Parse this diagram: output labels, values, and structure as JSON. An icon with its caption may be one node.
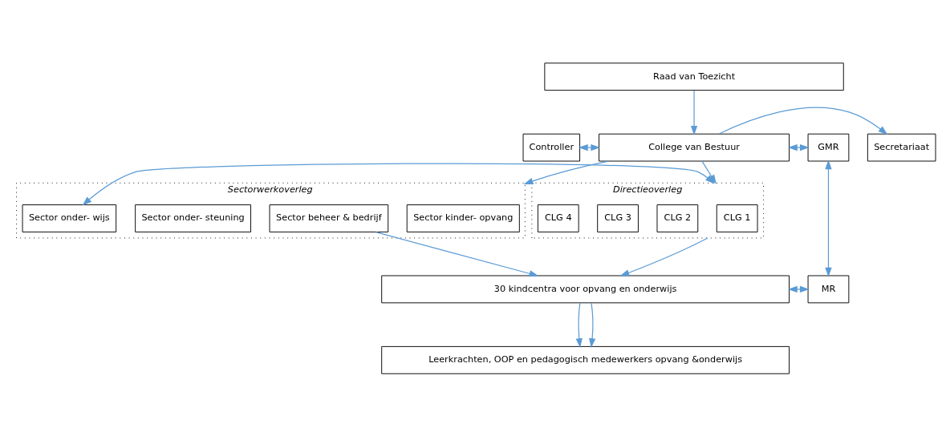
{
  "diagram": {
    "nodes": [
      {
        "text": [
          "Raad van Toezicht"
        ]
      },
      {
        "text": [
          "Secretariaat"
        ]
      },
      {
        "text": [
          "Controller"
        ]
      },
      {
        "text": [
          "College van Bestuur"
        ]
      },
      {
        "text": [
          "GMR"
        ]
      },
      {
        "text": [
          "Sectorwerkoverleg"
        ]
      },
      {
        "text": [
          "Sector kinder- opvang"
        ],
        "in": 5
      },
      {
        "text": [
          "Sector beheer & bedrijf"
        ],
        "in": 5
      },
      {
        "text": [
          "Sector onder- steuning"
        ],
        "in": 5
      },
      {
        "text": [
          "Sector onder- wijs"
        ],
        "in": 5
      },
      {
        "text": [
          "Directieoverleg"
        ]
      },
      {
        "text": [
          "CLG 1"
        ],
        "in": 10
      },
      {
        "text": [
          "CLG 2"
        ],
        "in": 10
      },
      {
        "text": [
          "CLG 3"
        ],
        "in": 10
      },
      {
        "text": [
          "CLG 4"
        ],
        "in": 10
      },
      {
        "text": [
          "30 kindcentra voor opvang en onderwijs"
        ]
      },
      {
        "text": [
          "MR"
        ]
      },
      {
        "text": [
          "Leerkrachten, OOP en pedagogisch medewerkers opvang &onderwijs"
        ]
      }
    ],
    "edges": [
      {
        "from": 0,
        "to": 3,
        "arrow": "to"
      },
      {
        "from": 3,
        "to": 1,
        "arrow": "to"
      },
      {
        "from": 2,
        "to": 3,
        "arrow": "both"
      },
      {
        "from": 3,
        "to": 4,
        "arrow": "both"
      },
      {
        "from": 3,
        "to": 5,
        "arrow": "to"
      },
      {
        "from": 3,
        "to": 10,
        "arrow": "to"
      },
      {
        "from": 9,
        "to": 10,
        "arrow": "both"
      },
      {
        "from": 7,
        "to": 15,
        "arrow": "to"
      },
      {
        "from": 10,
        "to": 15,
        "arrow": "to"
      },
      {
        "from": 4,
        "to": 16,
        "arrow": "both"
      },
      {
        "from": 15,
        "to": 16,
        "arrow": "both"
      },
      {
        "from": 15,
        "to": 17,
        "arrow": "to"
      },
      {
        "from": 15,
        "to": 17,
        "arrow": "to"
      }
    ]
  }
}
